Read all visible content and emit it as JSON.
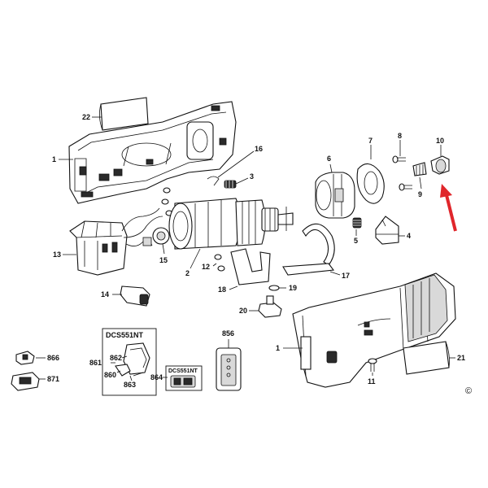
{
  "diagram": {
    "callouts": [
      {
        "id": "22",
        "label": "22"
      },
      {
        "id": "1a",
        "label": "1"
      },
      {
        "id": "16",
        "label": "16"
      },
      {
        "id": "3",
        "label": "3"
      },
      {
        "id": "6",
        "label": "6"
      },
      {
        "id": "7",
        "label": "7"
      },
      {
        "id": "8",
        "label": "8"
      },
      {
        "id": "10",
        "label": "10"
      },
      {
        "id": "9",
        "label": "9"
      },
      {
        "id": "5",
        "label": "5"
      },
      {
        "id": "4",
        "label": "4"
      },
      {
        "id": "13",
        "label": "13"
      },
      {
        "id": "15",
        "label": "15"
      },
      {
        "id": "2",
        "label": "2"
      },
      {
        "id": "12",
        "label": "12"
      },
      {
        "id": "17",
        "label": "17"
      },
      {
        "id": "18",
        "label": "18"
      },
      {
        "id": "19",
        "label": "19"
      },
      {
        "id": "14",
        "label": "14"
      },
      {
        "id": "20",
        "label": "20"
      },
      {
        "id": "1b",
        "label": "1"
      },
      {
        "id": "21",
        "label": "21"
      },
      {
        "id": "856",
        "label": "856"
      },
      {
        "id": "11",
        "label": "11"
      },
      {
        "id": "866",
        "label": "866"
      },
      {
        "id": "871",
        "label": "871"
      },
      {
        "id": "861",
        "label": "861"
      },
      {
        "id": "862",
        "label": "862"
      },
      {
        "id": "860",
        "label": "860"
      },
      {
        "id": "863",
        "label": "863"
      },
      {
        "id": "864",
        "label": "864"
      }
    ],
    "kit_box_title": "DCS551NT",
    "kit_tag_title": "DCS551NT",
    "copyright_symbol": "©",
    "highlight_arrow_color": "#e0262b"
  }
}
